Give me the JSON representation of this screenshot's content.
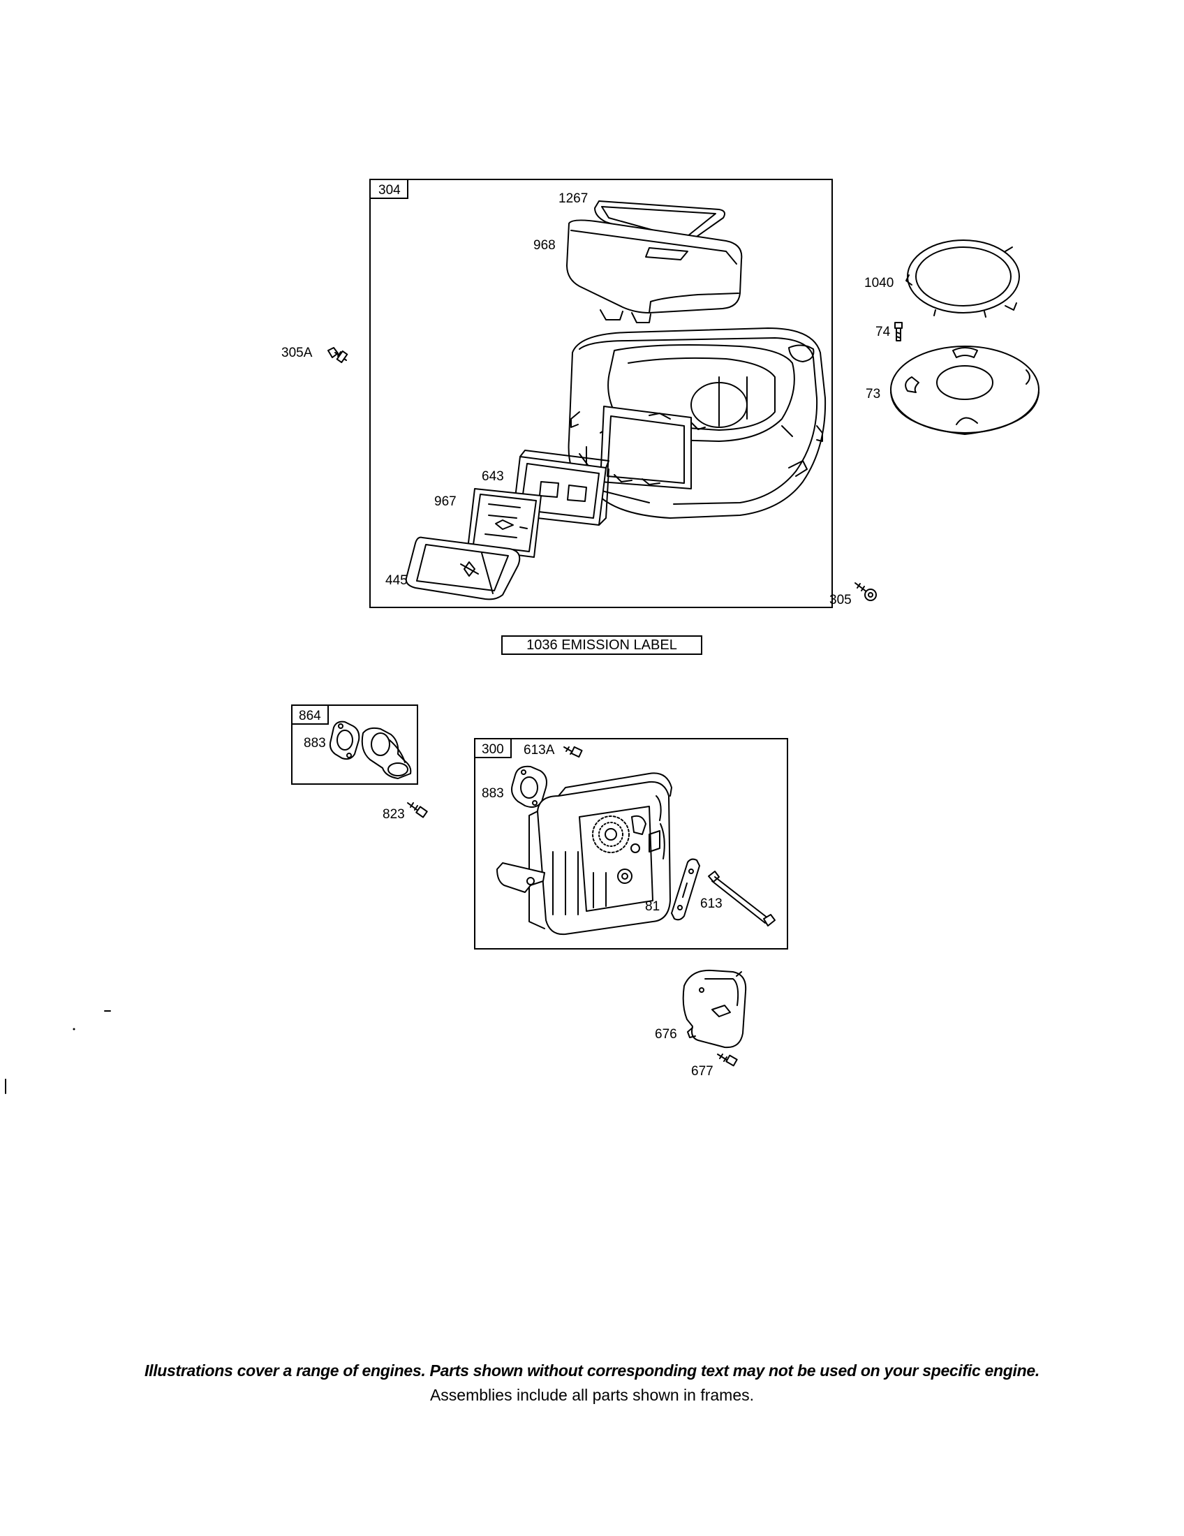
{
  "frames": {
    "air_cleaner": "304",
    "intake_elbow": "864",
    "muffler": "300"
  },
  "emission_label": "1036 EMISSION LABEL",
  "callouts": {
    "p1267": "1267",
    "p968": "968",
    "p1040": "1040",
    "p74": "74",
    "p73": "73",
    "p305A": "305A",
    "p643": "643",
    "p967": "967",
    "p445": "445",
    "p305": "305",
    "p883a": "883",
    "p823": "823",
    "p613A": "613A",
    "p883b": "883",
    "p81": "81",
    "p613": "613",
    "p676": "676",
    "p677": "677"
  },
  "disclaimer": {
    "line1": "Illustrations cover a range of engines. Parts shown without corresponding text may not be used on your specific engine.",
    "line2": "Assemblies include all parts shown in frames."
  }
}
